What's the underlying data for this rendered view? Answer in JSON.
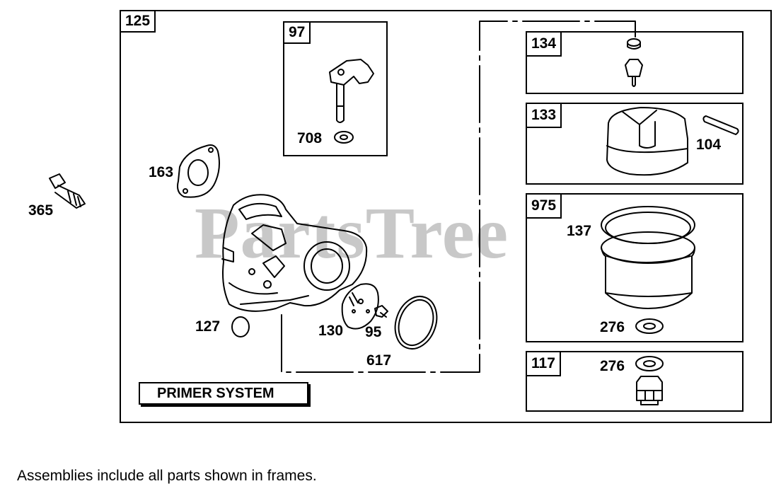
{
  "diagram": {
    "watermark": "PartsTree",
    "primer_system_label": "PRIMER SYSTEM",
    "footnote": "Assemblies include all parts shown in frames.",
    "frames": {
      "main": "125",
      "f97": "97",
      "f134": "134",
      "f133": "133",
      "f975": "975",
      "f117": "117"
    },
    "parts": {
      "p365": "365",
      "p163": "163",
      "p708": "708",
      "p127": "127",
      "p130": "130",
      "p95": "95",
      "p617": "617",
      "p104": "104",
      "p137": "137",
      "p276a": "276",
      "p276b": "276"
    }
  }
}
